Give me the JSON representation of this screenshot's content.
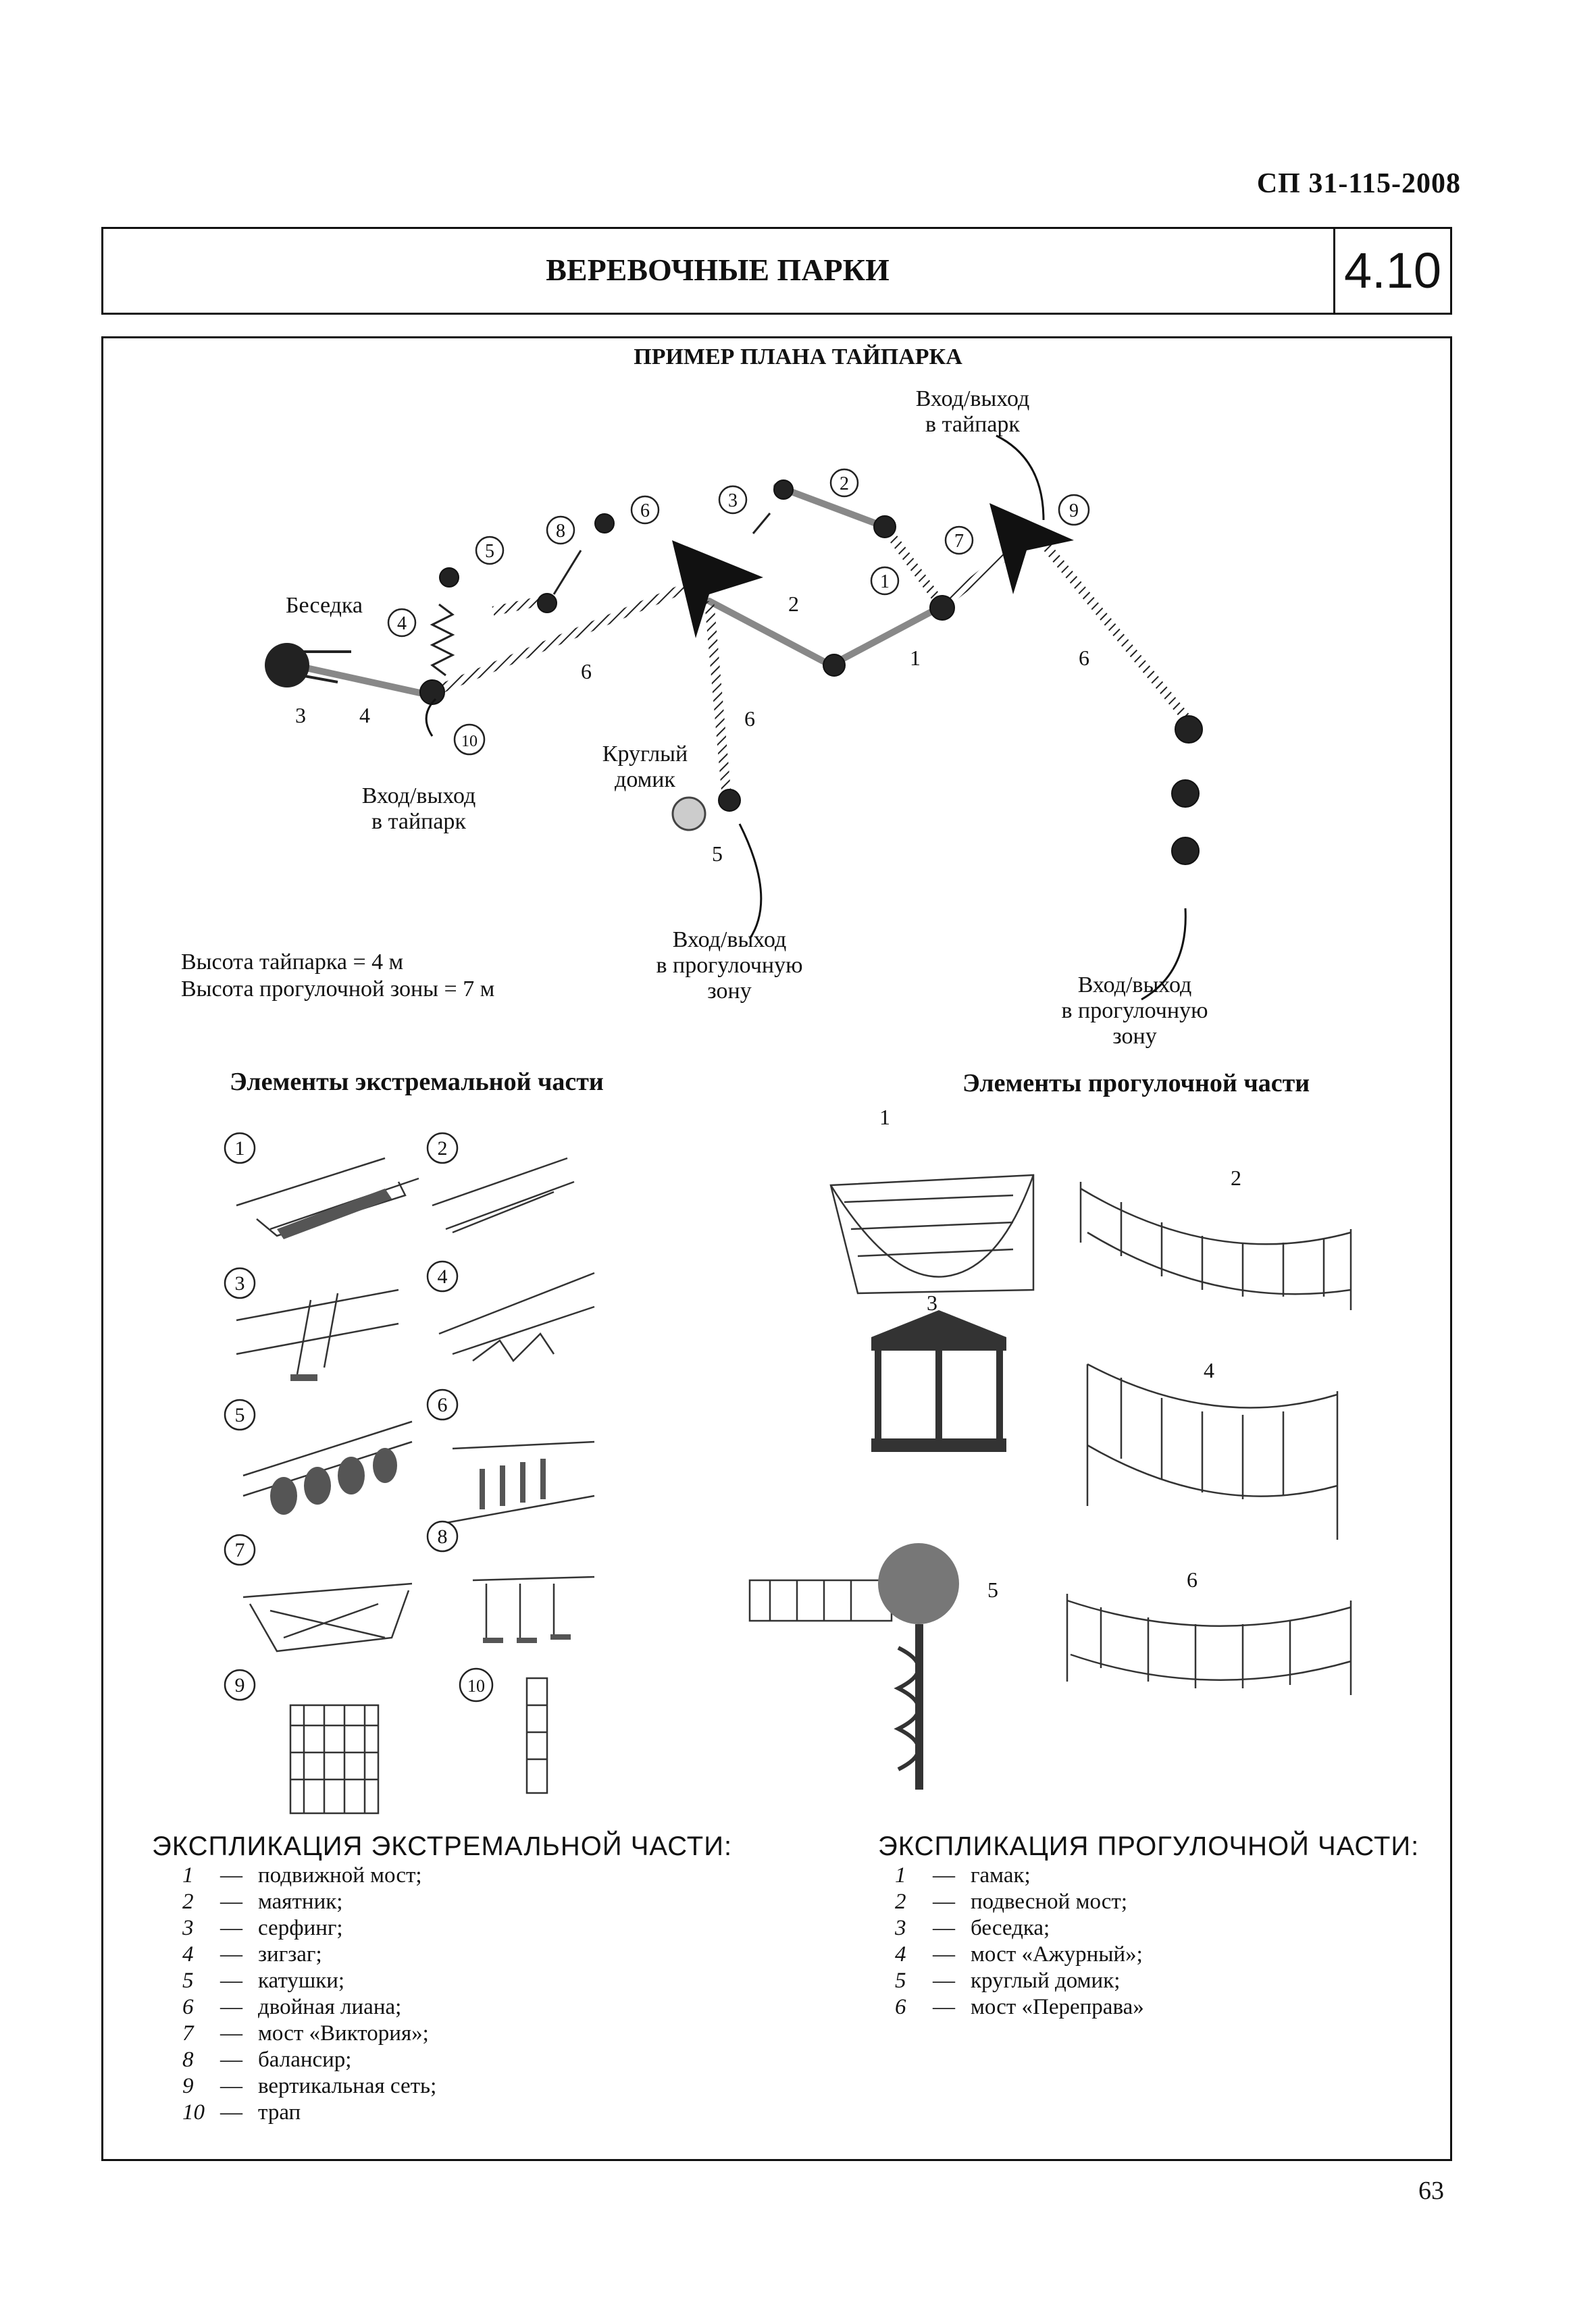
{
  "header": {
    "doc_code": "СП 31-115-2008"
  },
  "title_block": {
    "title": "ВЕРЕВОЧНЫЕ ПАРКИ",
    "section_number": "4.10"
  },
  "plan": {
    "title": "ПРИМЕР ПЛАНА ТАЙПАРКА",
    "labels": {
      "entrance_top": [
        "Вход/выход",
        "в тайпарк"
      ],
      "entrance_left": [
        "Вход/выход",
        "в тайпарк"
      ],
      "gazebo": "Беседка",
      "round_house": [
        "Круглый",
        "домик"
      ],
      "walk_entrance_center": [
        "Вход/выход",
        "в прогулочную",
        "зону"
      ],
      "walk_entrance_right": [
        "Вход/выход",
        "в прогулочную",
        "зону"
      ]
    },
    "heights": [
      "Высота тайпарка = 4 м",
      "Высота прогулочной зоны = 7 м"
    ],
    "circled_numbers": [
      "1",
      "2",
      "3",
      "4",
      "5",
      "6",
      "7",
      "8",
      "9",
      "10"
    ],
    "route_numbers": [
      "1",
      "2",
      "3",
      "4",
      "5",
      "6"
    ]
  },
  "sections": {
    "extreme_title": "Элементы экстремальной части",
    "walk_title": "Элементы прогулочной части"
  },
  "extreme_items": [
    "1",
    "2",
    "3",
    "4",
    "5",
    "6",
    "7",
    "8",
    "9",
    "10"
  ],
  "walk_items": [
    "1",
    "2",
    "3",
    "4",
    "5",
    "6"
  ],
  "explication_extreme": {
    "heading": "ЭКСПЛИКАЦИЯ ЭКСТРЕМАЛЬНОЙ ЧАСТИ:",
    "items": [
      {
        "n": "1",
        "text": "подвижной мост;"
      },
      {
        "n": "2",
        "text": "маятник;"
      },
      {
        "n": "3",
        "text": "серфинг;"
      },
      {
        "n": "4",
        "text": "зигзаг;"
      },
      {
        "n": "5",
        "text": "катушки;"
      },
      {
        "n": "6",
        "text": "двойная лиана;"
      },
      {
        "n": "7",
        "text": "мост «Виктория»;"
      },
      {
        "n": "8",
        "text": "балансир;"
      },
      {
        "n": "9",
        "text": "вертикальная сеть;"
      },
      {
        "n": "10",
        "text": "трап"
      }
    ]
  },
  "explication_walk": {
    "heading": "ЭКСПЛИКАЦИЯ ПРОГУЛОЧНОЙ ЧАСТИ:",
    "items": [
      {
        "n": "1",
        "text": "гамак;"
      },
      {
        "n": "2",
        "text": "подвесной мост;"
      },
      {
        "n": "3",
        "text": "беседка;"
      },
      {
        "n": "4",
        "text": "мост «Ажурный»;"
      },
      {
        "n": "5",
        "text": "круглый домик;"
      },
      {
        "n": "6",
        "text": "мост «Переправа»"
      }
    ]
  },
  "footer": {
    "page_number": "63"
  }
}
